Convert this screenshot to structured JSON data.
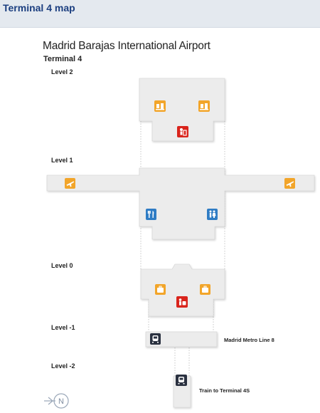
{
  "header": {
    "title": "Terminal 4 map"
  },
  "map": {
    "title": "Madrid Barajas International Airport",
    "subtitle": "Terminal 4",
    "levels": [
      {
        "label": "Level 2"
      },
      {
        "label": "Level 1"
      },
      {
        "label": "Level 0"
      },
      {
        "label": "Level -1"
      },
      {
        "label": "Level -2"
      }
    ],
    "destinations": {
      "metro": "Madrid Metro Line 8",
      "train": "Train to Terminal 4S"
    },
    "compass": "N",
    "colors": {
      "check_in": "#f2a52a",
      "departures": "#f2a52a",
      "security": "#d9241c",
      "restaurant": "#2f7cc4",
      "toilets": "#2f7cc4",
      "transport": "#2a3140",
      "floor": "#ececec",
      "floor_edge": "#c9c9c9"
    }
  }
}
